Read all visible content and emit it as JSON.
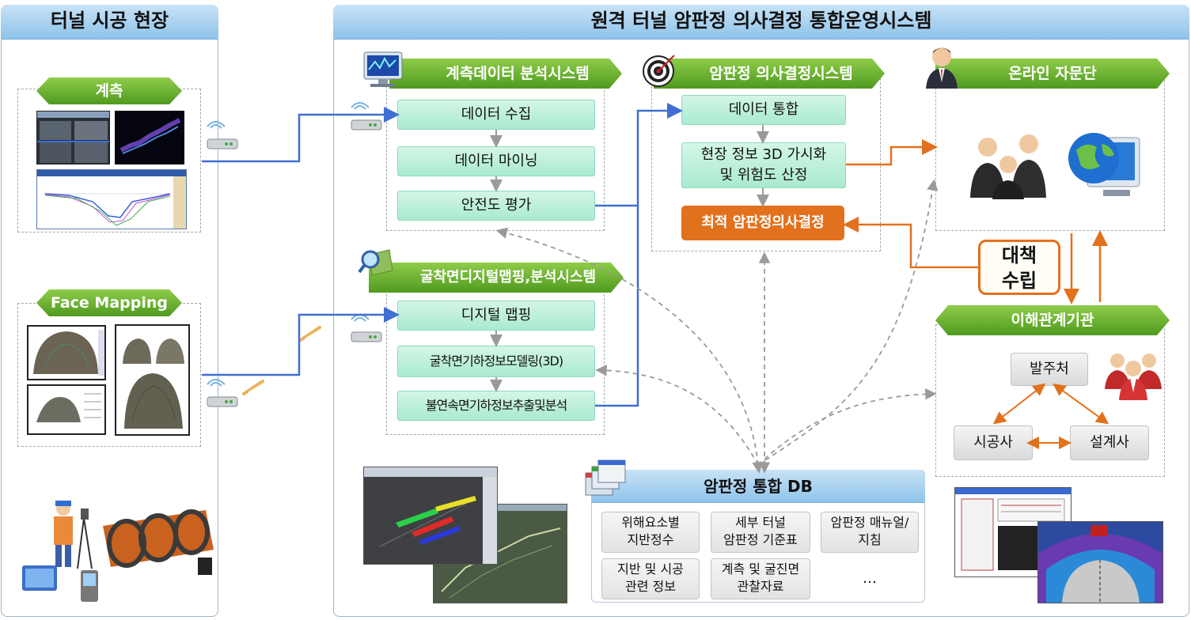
{
  "left_panel": {
    "title": "터널 시공 현장",
    "measurement_label": "계측",
    "face_mapping_label": "Face Mapping"
  },
  "main_panel": {
    "title": "원격 터널 암판정 의사결정 통합운영시스템"
  },
  "measurement_system": {
    "title": "계측데이터 분석시스템",
    "steps": [
      "데이터 수집",
      "데이터 마이닝",
      "안전도 평가"
    ]
  },
  "digital_mapping_system": {
    "title": "굴착면디지털맵핑,분석시스템",
    "steps": [
      "디지털 맵핑",
      "굴착면기하정보모델링(3D)",
      "불연속면기하정보추출및분석"
    ]
  },
  "decision_system": {
    "title": "암판정 의사결정시스템",
    "steps": [
      "데이터 통합",
      "현장 정보 3D 가시화\n및 위험도 산정"
    ],
    "result": "최적 암판정의사결정"
  },
  "online_advisory": {
    "title": "온라인 자문단"
  },
  "countermeasure": {
    "label": "대책\n수립"
  },
  "stakeholders": {
    "title": "이해관계기관",
    "client": "발주처",
    "contractor": "시공사",
    "designer": "설계사"
  },
  "database": {
    "title": "암판정 통합 DB",
    "items": [
      "위해요소별\n지반정수",
      "세부 터널\n암판정 기준표",
      "암판정 매뉴얼/\n지침",
      "지반 및 시공\n관련 정보",
      "계측 및 굴진면\n관찰자료",
      "…"
    ]
  },
  "colors": {
    "blue_arrow": "#3f6fd1",
    "orange_arrow": "#e2711d",
    "grey_arrow": "#9a9a9a",
    "green_banner": "#5aa526",
    "panel_header": "#a9d3f0"
  }
}
